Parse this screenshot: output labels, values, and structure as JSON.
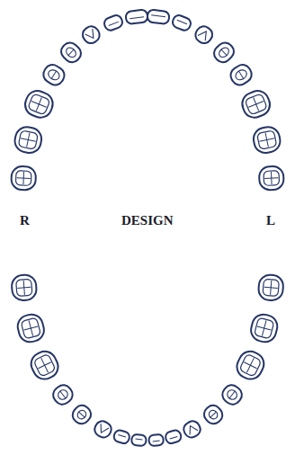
{
  "diagram": {
    "labels": [
      "R",
      "DESIGN",
      "L"
    ]
  }
}
